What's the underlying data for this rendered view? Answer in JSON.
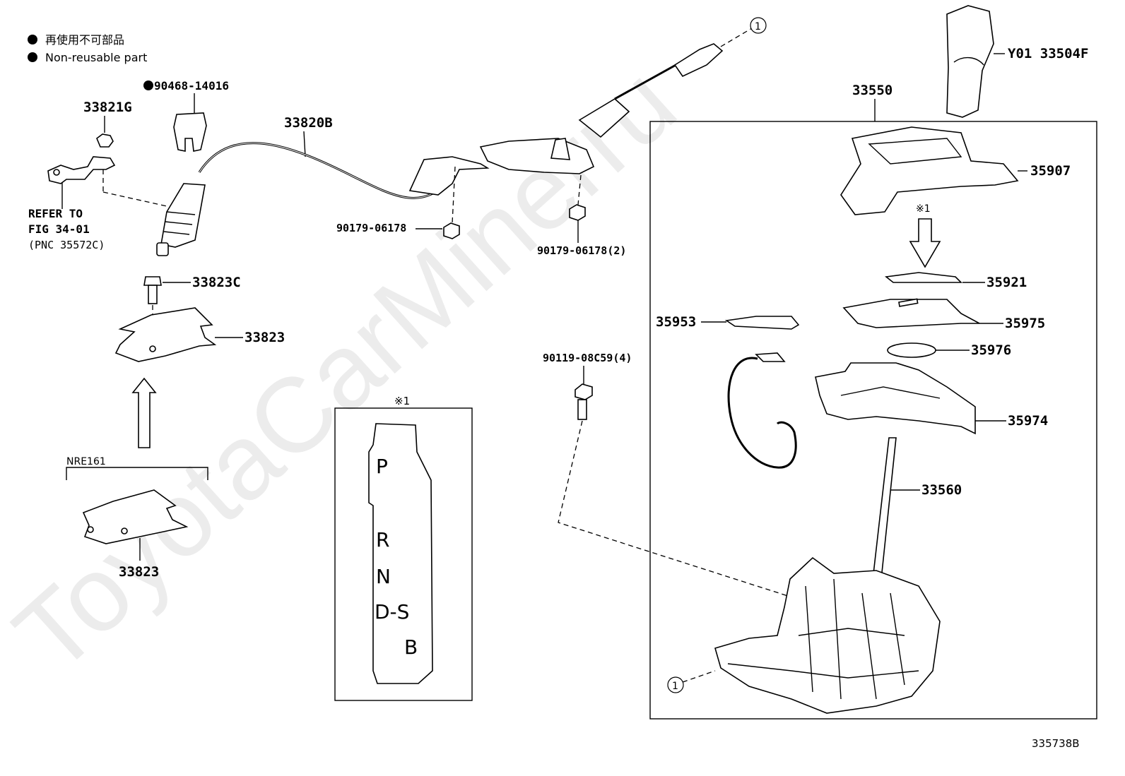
{
  "watermark": "ToyotaCarMinerru",
  "legend": {
    "japanese": "再使用不可部品",
    "english": "Non-reusable part"
  },
  "figure_id": "335738B",
  "refer_to": {
    "line1": "REFER TO",
    "line2": "FIG 34-01",
    "line3": "(PNC 35572C)"
  },
  "variant_label": "NRE161",
  "callout_mark": "※1",
  "callout_circle": "1",
  "gate_letters": [
    "P",
    "R",
    "N",
    "D-S",
    "B"
  ],
  "parts": {
    "p90468": "90468-14016",
    "p33821G": "33821G",
    "p33820B": "33820B",
    "p33823C": "33823C",
    "p33823_top": "33823",
    "p33823_bottom": "33823",
    "p90179_a": "90179-06178",
    "p90179_b": "90179-06178(2)",
    "p90119": "90119-08C59(4)",
    "pY01": "Y01 33504F",
    "p33550": "33550",
    "p35907": "35907",
    "p35921": "35921",
    "p35953": "35953",
    "p35975": "35975",
    "p35976": "35976",
    "p35974": "35974",
    "p33560": "33560"
  }
}
